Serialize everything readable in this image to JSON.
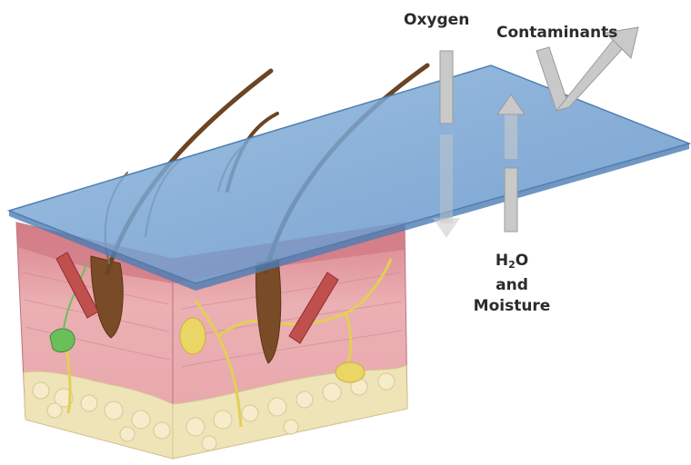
{
  "labels": {
    "oxygen": "Oxygen",
    "contaminants": "Contaminants",
    "water_base": "H",
    "water_sub": "2",
    "water_tail": "O",
    "and": "and",
    "moisture": "Moisture"
  },
  "colors": {
    "film": "#6f9fd0",
    "dermis": "#e6a3a8",
    "epidermis": "#d98a93",
    "fat": "#efe3b8",
    "nerve": "#e3cf55",
    "hair": "#6b4523",
    "arrow": "#c9c9c9"
  }
}
